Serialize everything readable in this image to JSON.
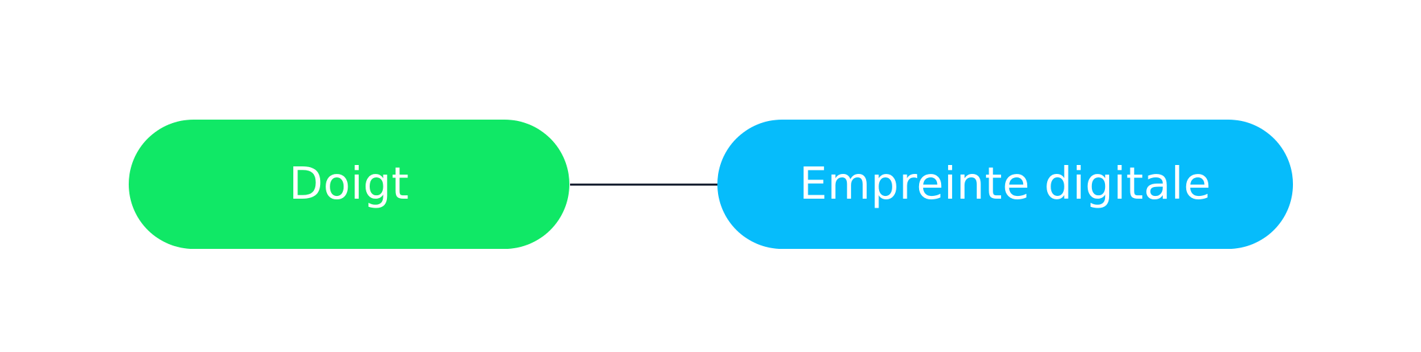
{
  "diagram": {
    "nodes": [
      {
        "id": "left",
        "label": "Doigt",
        "color": "#10e866"
      },
      {
        "id": "right",
        "label": "Empreinte digitale",
        "color": "#06bcfb"
      }
    ],
    "edges": [
      {
        "from": "left",
        "to": "right",
        "color": "#1a2233"
      }
    ]
  }
}
